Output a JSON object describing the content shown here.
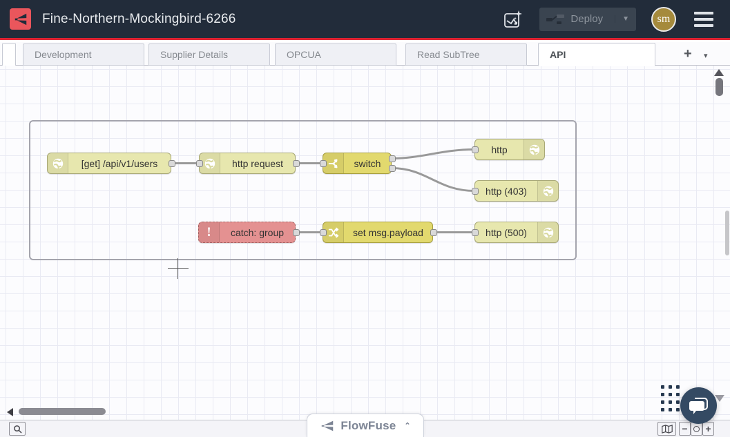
{
  "header": {
    "title": "Fine-Northern-Mockingbird-6266",
    "deploy_label": "Deploy",
    "avatar_initials": "sm",
    "icons": [
      "flowfuse-logo",
      "ai-assistant",
      "deploy-nodes",
      "menu"
    ]
  },
  "tabs": {
    "items": [
      {
        "label": "Development",
        "active": false
      },
      {
        "label": "Supplier Details",
        "active": false
      },
      {
        "label": "OPCUA",
        "active": false
      },
      {
        "label": "Read SubTree",
        "active": false
      },
      {
        "label": "API",
        "active": true
      }
    ],
    "add_label": "+",
    "caret_label": "▾"
  },
  "canvas": {
    "nodes": {
      "get_users": {
        "label": "[get] /api/v1/users",
        "type": "http in",
        "icon": "globe-icon"
      },
      "http_request": {
        "label": "http request",
        "type": "http request",
        "icon": "globe-icon"
      },
      "switch_node": {
        "label": "switch",
        "type": "switch",
        "icon": "switch-icon"
      },
      "http_out": {
        "label": "http",
        "type": "http response",
        "icon": "globe-icon"
      },
      "http_403": {
        "label": "http (403)",
        "type": "http response",
        "icon": "globe-icon"
      },
      "catch_group": {
        "label": "catch: group",
        "type": "catch",
        "icon": "alert-icon"
      },
      "set_payload": {
        "label": "set msg.payload",
        "type": "change",
        "icon": "shuffle-icon"
      },
      "http_500": {
        "label": "http (500)",
        "type": "http response",
        "icon": "globe-icon"
      }
    },
    "colors": {
      "http_node": "#e7e7ae",
      "function_node": "#e2d96e",
      "catch_node": "#e49191",
      "wire": "#999999",
      "group_border": "#a4a4ad",
      "accent_red": "#dd2433",
      "header_bg": "#222c3a",
      "chat_bg": "#344a63",
      "avatar_bg": "#a58a3c"
    }
  },
  "footer": {
    "brand": "FlowFuse",
    "chevron": "⌃",
    "zoom_out": "−",
    "zoom_in": "+"
  }
}
